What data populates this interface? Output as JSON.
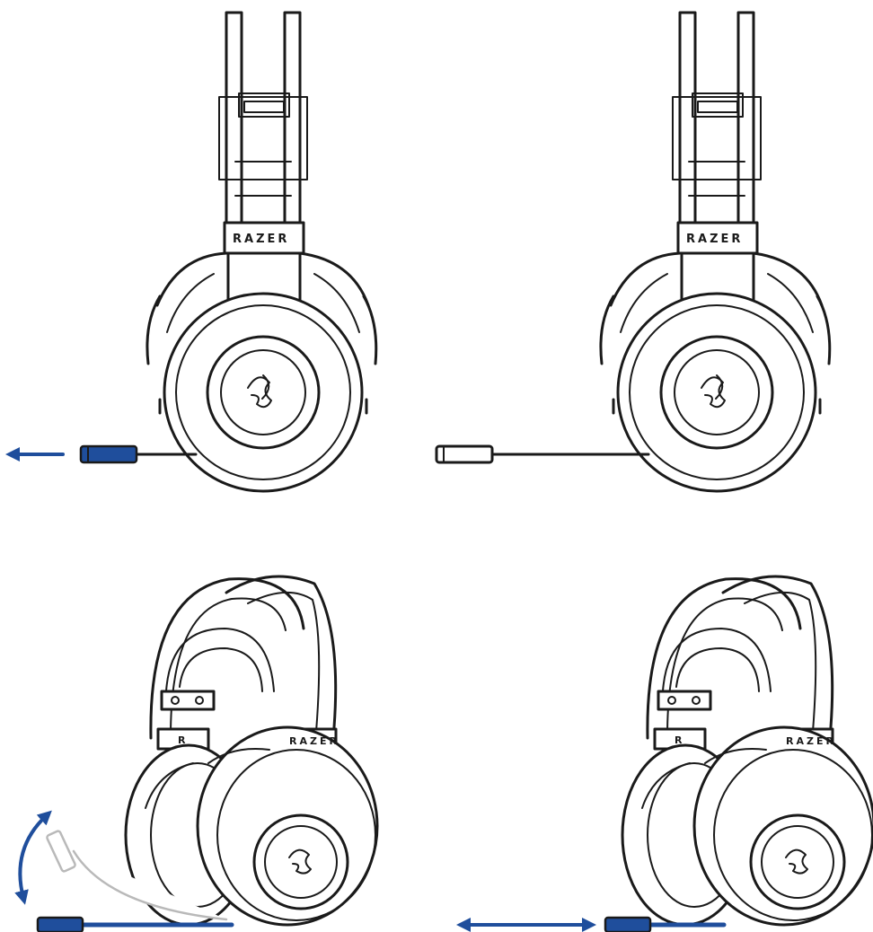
{
  "brand": {
    "wordmark": "RAZER",
    "side_mark": "R"
  },
  "colors": {
    "ink": "#1a1a1a",
    "accent": "#1f4e9c",
    "ghost": "#b9b9b9"
  },
  "panels": [
    {
      "id": "mic-detach",
      "icon": "arrow-left-icon"
    },
    {
      "id": "mic-attached",
      "icon": "none"
    },
    {
      "id": "mic-rotate",
      "icon": "curved-double-arrow-icon"
    },
    {
      "id": "mic-extend",
      "icon": "double-arrow-horizontal-icon"
    }
  ]
}
